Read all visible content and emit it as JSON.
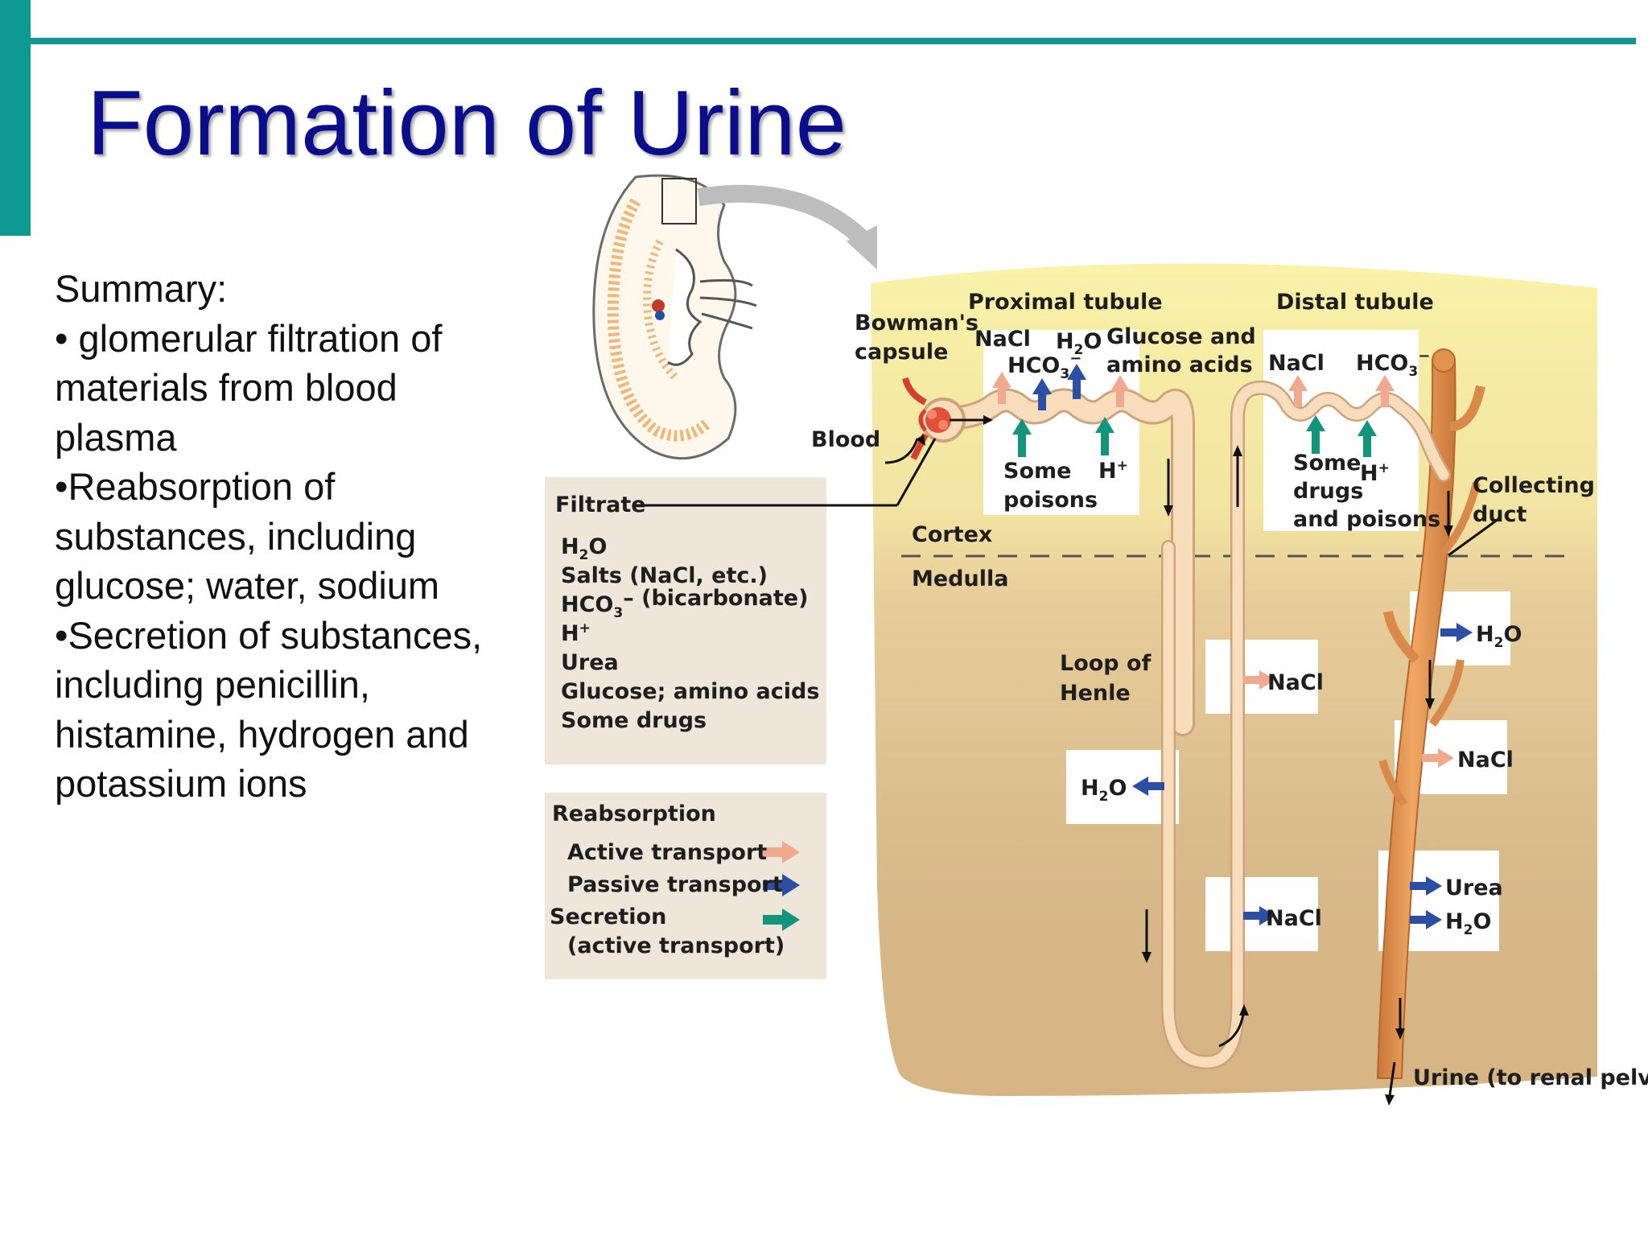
{
  "slide": {
    "title": "Formation of Urine",
    "summary": [
      "Summary:",
      "• glomerular filtration of",
      "materials from blood",
      "plasma",
      "•Reabsorption of",
      "substances, including",
      "glucose; water, sodium",
      "•Secretion of substances,",
      "including penicillin,",
      "histamine, hydrogen and",
      "potassium ions"
    ],
    "accent_color": "#0e9a92",
    "title_color": "#0b0e8c"
  },
  "diagram": {
    "labels": {
      "proximal_tubule": "Proximal tubule",
      "distal_tubule": "Distal tubule",
      "bowmans_1": "Bowman's",
      "bowmans_2": "capsule",
      "blood": "Blood",
      "cortex": "Cortex",
      "medulla": "Medulla",
      "loop_1": "Loop of",
      "loop_2": "Henle",
      "collecting_1": "Collecting",
      "collecting_2": "duct",
      "urine": "Urine (to renal pelvis)"
    },
    "proximal_box": {
      "nacl": "NaCl",
      "h2o": "H",
      "h2o_sub": "2",
      "h2o_end": "O",
      "hco3": "HCO",
      "hco3_sub": "3",
      "hco3_sup": "−",
      "glucose_1": "Glucose and",
      "glucose_2": "amino acids",
      "some_poisons_1": "Some",
      "some_poisons_2": "poisons",
      "h_plus": "H",
      "h_plus_sup": "+"
    },
    "distal_box": {
      "nacl": "NaCl",
      "hco3": "HCO",
      "hco3_sub": "3",
      "hco3_sup": "−",
      "some_1": "Some",
      "some_2": "drugs",
      "some_3": "and poisons",
      "h_plus": "H",
      "h_plus_sup": "+"
    },
    "filtrate": {
      "title": "Filtrate",
      "h2o": "H",
      "h2o_sub": "2",
      "h2o_end": "O",
      "salts": "Salts (NaCl, etc.)",
      "hco3": "HCO",
      "hco3_sub": "3",
      "hco3_rest": "– (bicarbonate)",
      "h_plus": "H",
      "h_plus_sup": "+",
      "urea": "Urea",
      "glucose": "Glucose; amino acids",
      "drugs": "Some drugs"
    },
    "legend": {
      "reabsorption": "Reabsorption",
      "active": "Active transport",
      "passive": "Passive transport",
      "secretion": "Secretion",
      "secretion_sub": "(active transport)"
    },
    "loop_boxes": {
      "nacl_upper": "NaCl",
      "h2o": "H",
      "h2o_sub": "2",
      "h2o_end": "O",
      "nacl_lower": "NaCl"
    },
    "duct_boxes": {
      "h2o_1": "H",
      "h2o_1_sub": "2",
      "h2o_1_end": "O",
      "nacl": "NaCl",
      "urea": "Urea",
      "h2o_2": "H",
      "h2o_2_sub": "2",
      "h2o_2_end": "O"
    },
    "colors": {
      "active": "#f0a88e",
      "passive": "#2c4fa3",
      "secretion": "#13957c",
      "cortex_bg": "#f7efa3",
      "medulla_bg": "#d9b98c",
      "tubule": "#f6d3ad",
      "duct": "#e0934e"
    }
  }
}
